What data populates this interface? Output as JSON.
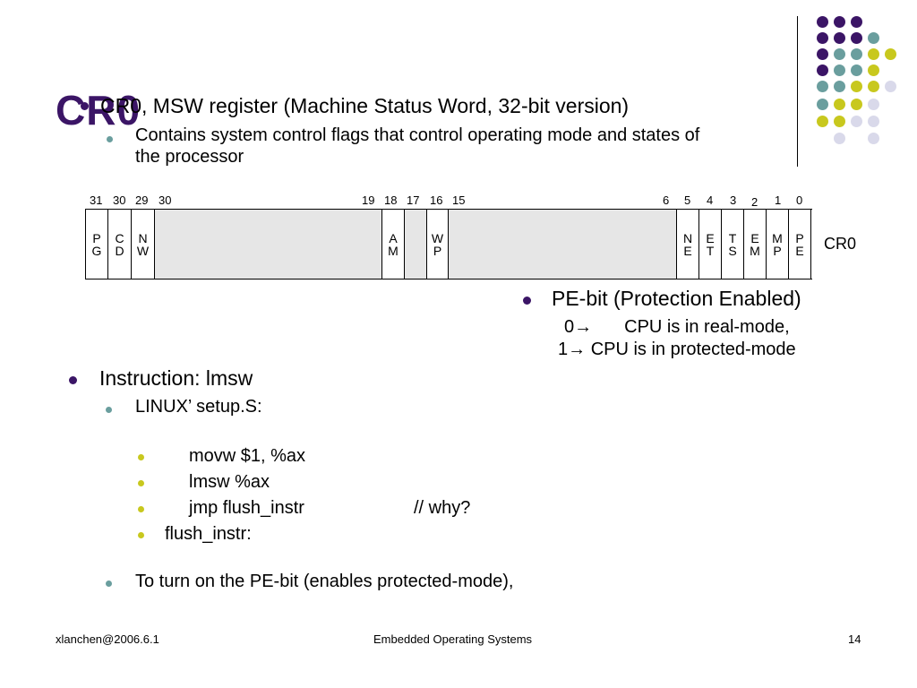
{
  "slide": {
    "title": "CR0",
    "bullets": {
      "b1": "CR0, MSW register (Machine Status Word, 32-bit version)",
      "b1_sub_line1": "Contains system control flags that control operating mode and states of",
      "b1_sub_line2": "the processor",
      "pe_heading": "PE-bit (Protection Enabled)",
      "pe_line1_num": "0",
      "pe_line1_text": "CPU is in real-mode,",
      "pe_line2_num": "1",
      "pe_line2_text": "CPU is in protected-mode",
      "instruction": "Instruction: lmsw",
      "linux": "LINUX’ setup.S:",
      "code1": "movw $1, %ax",
      "code2": "lmsw %ax",
      "code3": "jmp flush_instr",
      "code3_comment": "// why?",
      "code4": "flush_instr:",
      "turn_on": "To turn on the PE-bit (enables protected-mode),"
    },
    "register": {
      "name": "CR0",
      "bit_numbers": [
        "31",
        "30",
        "29",
        "30",
        "19",
        "18",
        "17",
        "16",
        "15",
        "6",
        "5",
        "4",
        "3",
        "2",
        "1",
        "0"
      ],
      "fields": [
        {
          "l1": "P",
          "l2": "G"
        },
        {
          "l1": "C",
          "l2": "D"
        },
        {
          "l1": "N",
          "l2": "W"
        },
        {
          "l1": "",
          "l2": ""
        },
        {
          "l1": "A",
          "l2": "M"
        },
        {
          "l1": "",
          "l2": ""
        },
        {
          "l1": "W",
          "l2": "P"
        },
        {
          "l1": "",
          "l2": ""
        },
        {
          "l1": "N",
          "l2": "E"
        },
        {
          "l1": "E",
          "l2": "T"
        },
        {
          "l1": "T",
          "l2": "S"
        },
        {
          "l1": "E",
          "l2": "M"
        },
        {
          "l1": "M",
          "l2": "P"
        },
        {
          "l1": "P",
          "l2": "E"
        }
      ]
    },
    "icons": {
      "arrow": "→"
    },
    "footer": {
      "left": "xlanchen@2006.6.1",
      "center": "Embedded Operating Systems",
      "page": "14"
    },
    "colors": {
      "purple": "#3b1566",
      "teal": "#6a9e9e",
      "yellow": "#c8c81e",
      "lavender": "#d9d9ea"
    }
  }
}
